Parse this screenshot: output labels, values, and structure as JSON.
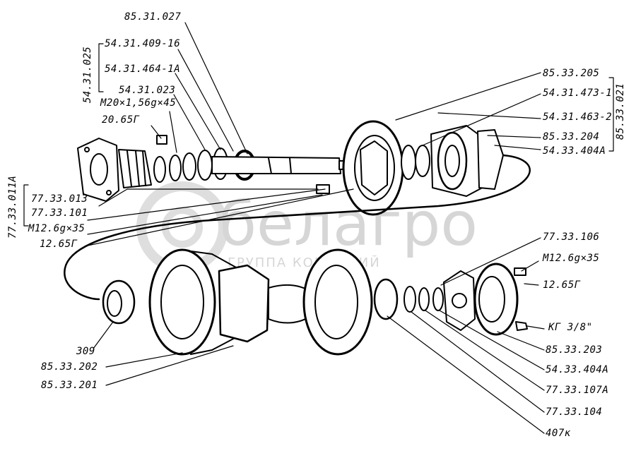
{
  "watermark": {
    "brand": "белагро",
    "subtitle": "ГРУППА КОМПАНИЙ"
  },
  "labels": {
    "l_85_31_027": "85.31.027",
    "l_54_31_409_16": "54.31.409-16",
    "l_54_31_464_1a": "54.31.464-1А",
    "l_54_31_023": "54.31.023",
    "l_m20": "М20×1,56g×45",
    "l_20_65g": "20.65Г",
    "l_77_33_013": "77.33.013",
    "l_77_33_101": "77.33.101",
    "l_m12_left": "М12.6g×35",
    "l_12_65g_left": "12.65Г",
    "l_85_33_205": "85.33.205",
    "l_54_31_473_1": "54.31.473-1",
    "l_54_31_463_2": "54.31.463-2",
    "l_85_33_204": "85.33.204",
    "l_54_33_404a_top": "54.33.404А",
    "l_77_33_106": "77.33.106",
    "l_m12_right": "М12.6g×35",
    "l_12_65g_right": "12.65Г",
    "l_kg": "КГ 3/8\"",
    "l_85_33_203": "85.33.203",
    "l_54_33_404a_bottom": "54.33.404А",
    "l_77_33_107a": "77.33.107А",
    "l_77_33_104": "77.33.104",
    "l_407k": "407к",
    "l_309": "309",
    "l_85_33_202": "85.33.202",
    "l_85_33_201": "85.33.201"
  },
  "group_labels": {
    "g_54_31_025": "54.31.025",
    "g_77_33_011a": "77.33.011А",
    "g_85_33_021": "85.33.021"
  }
}
